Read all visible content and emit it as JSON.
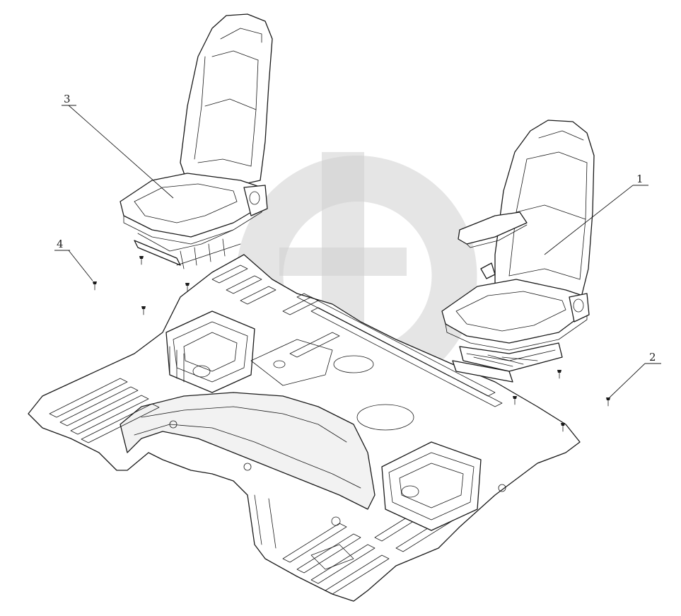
{
  "callouts": [
    {
      "id": "1",
      "label": "1"
    },
    {
      "id": "2",
      "label": "2"
    },
    {
      "id": "3",
      "label": "3"
    },
    {
      "id": "4",
      "label": "4"
    }
  ],
  "parts": {
    "seat_right": "seat-with-armrest",
    "seat_left": "seat",
    "floor": "cab-floor-panel",
    "fasteners": "bolt"
  },
  "colors": {
    "ink": "#1a1a1a",
    "watermark": "#d0d0d0"
  }
}
